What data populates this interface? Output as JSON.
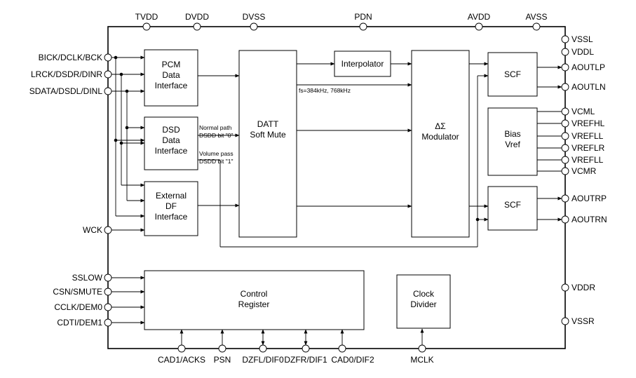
{
  "pins": {
    "top": [
      "TVDD",
      "DVDD",
      "DVSS",
      "PDN",
      "AVDD",
      "AVSS"
    ],
    "left": [
      "BICK/DCLK/BCK",
      "LRCK/DSDR/DINR",
      "SDATA/DSDL/DINL",
      "WCK",
      "SSLOW",
      "CSN/SMUTE",
      "CCLK/DEM0",
      "CDTI/DEM1"
    ],
    "right": [
      "VSSL",
      "VDDL",
      "AOUTLP",
      "AOUTLN",
      "VCML",
      "VREFHL",
      "VREFLL",
      "VREFLR",
      "VREFLL",
      "VCMR",
      "AOUTRP",
      "AOUTRN",
      "VDDR",
      "VSSR"
    ],
    "bottom": [
      "CAD1/ACKS",
      "PSN",
      "DZFL/DIF0",
      "DZFR/DIF1",
      "CAD0/DIF2",
      "MCLK"
    ]
  },
  "blocks": {
    "pcm": [
      "PCM",
      "Data",
      "Interface"
    ],
    "dsd": [
      "DSD",
      "Data",
      "Interface"
    ],
    "extdf": [
      "External",
      "DF",
      "Interface"
    ],
    "datt": [
      "DATT",
      "Soft Mute"
    ],
    "interp": "Interpolator",
    "modulator": [
      "ΔΣ",
      "Modulator"
    ],
    "scf_l": "SCF",
    "bias": [
      "Bias",
      "Vref"
    ],
    "scf_r": "SCF",
    "control": [
      "Control",
      "Register"
    ],
    "clock": [
      "Clock",
      "Divider"
    ]
  },
  "notes": {
    "normal": [
      "Normal path",
      "DSDD bit \"0\""
    ],
    "volume": [
      "Volume pass",
      "DSDD bit \"1\""
    ],
    "fs": "fs=384kHz, 768kHz"
  }
}
